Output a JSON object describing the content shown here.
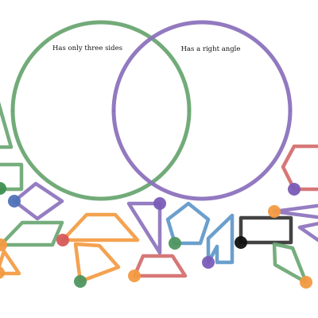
{
  "venn": {
    "left_label": "Has only three sides",
    "right_label": "Has a right angle",
    "left_color": "#6aa672",
    "right_color": "#8c72bd"
  },
  "palette": {
    "green": "#6aa672",
    "purple": "#8c72bd",
    "orange": "#f39a41",
    "red": "#d46b6b",
    "blue": "#5e97c9",
    "black": "#111111"
  },
  "shapes": [
    {
      "name": "green-triangle-left-edge",
      "color": "green"
    },
    {
      "name": "green-rectangle-left-edge",
      "color": "green"
    },
    {
      "name": "purple-rhombus",
      "color": "purple"
    },
    {
      "name": "green-parallelogram",
      "color": "green"
    },
    {
      "name": "orange-triangle-bottom-left",
      "color": "orange"
    },
    {
      "name": "orange-trapezoid",
      "color": "orange"
    },
    {
      "name": "orange-quadrilateral",
      "color": "orange"
    },
    {
      "name": "purple-right-triangle",
      "color": "purple"
    },
    {
      "name": "red-trapezoid",
      "color": "red"
    },
    {
      "name": "blue-pentagon",
      "color": "blue"
    },
    {
      "name": "blue-concave-hexagon",
      "color": "blue"
    },
    {
      "name": "black-rectangle",
      "color": "black"
    },
    {
      "name": "purple-triangle-right",
      "color": "purple"
    },
    {
      "name": "purple-right-triangle-edge",
      "color": "purple"
    },
    {
      "name": "red-hexagon",
      "color": "red"
    },
    {
      "name": "green-quadrilateral-right",
      "color": "green"
    }
  ]
}
